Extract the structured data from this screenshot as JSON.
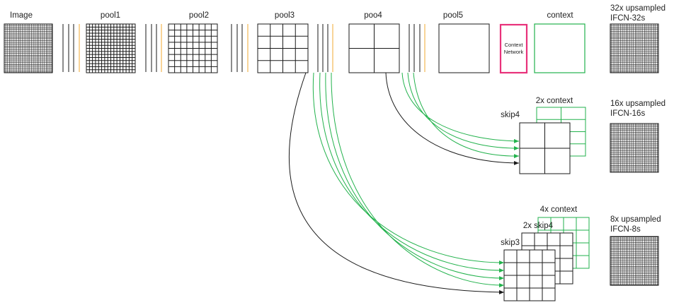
{
  "labels": {
    "image": "Image",
    "pool1": "pool1",
    "pool2": "pool2",
    "pool3": "pool3",
    "poo4": "poo4",
    "pool5": "pool5",
    "context_network_line1": "Context",
    "context_network_line2": "Network",
    "context": "context",
    "out32_line1": "32x upsampled",
    "out32_line2": "IFCN-32s",
    "ctx2x": "2x context",
    "skip4": "skip4",
    "out16_line1": "16x upsampled",
    "out16_line2": "IFCN-16s",
    "ctx4x": "4x context",
    "skip4_2x": "2x skip4",
    "skip3": "skip3",
    "out8_line1": "8x upsampled",
    "out8_line2": "IFCN-8s"
  },
  "colors": {
    "stroke": "#1a1a1a",
    "context_green": "#22b24c",
    "context_network_pink": "#e8317a",
    "orange_separator": "#f0a830"
  }
}
